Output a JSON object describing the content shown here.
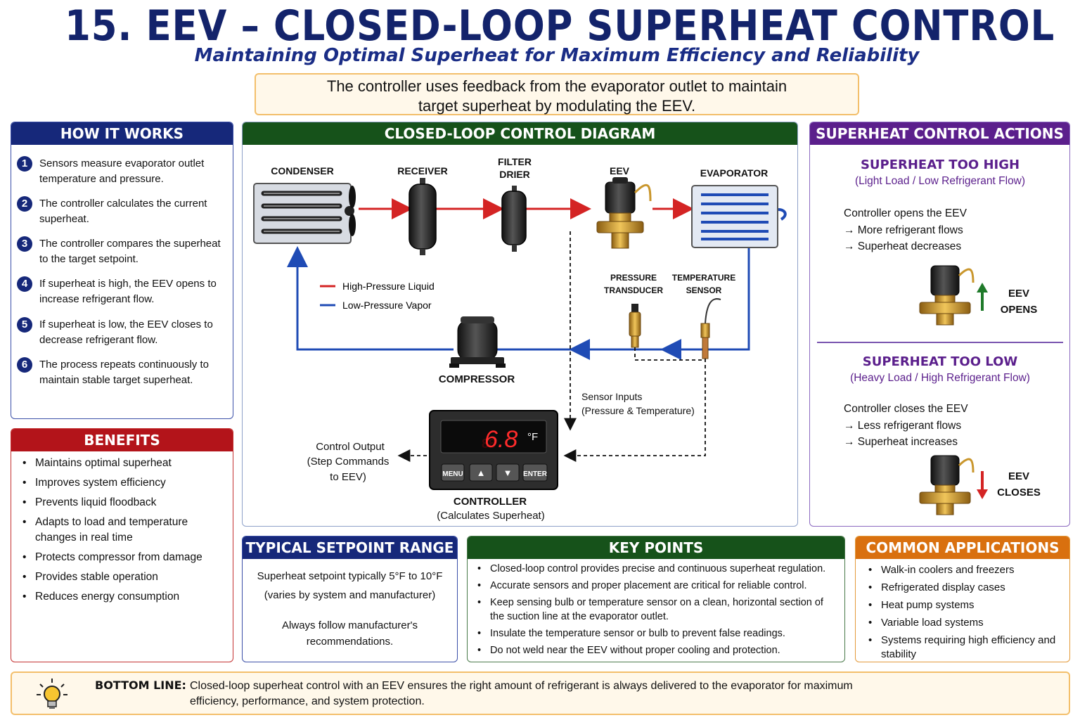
{
  "title": "15. EEV – CLOSED-LOOP SUPERHEAT CONTROL",
  "subtitle": "Maintaining Optimal Superheat for Maximum Efficiency and Reliability",
  "intro": {
    "line1": "The controller uses feedback from the evaporator outlet to maintain",
    "line2": "target superheat by modulating the EEV."
  },
  "how_it_works": {
    "title": "HOW IT WORKS",
    "steps": [
      {
        "num": "1",
        "text": "Sensors measure evaporator outlet temperature and pressure."
      },
      {
        "num": "2",
        "text": "The controller calculates the current superheat."
      },
      {
        "num": "3",
        "text": "The controller compares the superheat to the target setpoint."
      },
      {
        "num": "4",
        "text": "If superheat is high, the EEV opens to increase refrigerant flow."
      },
      {
        "num": "5",
        "text": "If superheat is low, the EEV closes to decrease refrigerant flow."
      },
      {
        "num": "6",
        "text": "The process repeats continuously to maintain stable target superheat."
      }
    ]
  },
  "benefits": {
    "title": "BENEFITS",
    "items": [
      "Maintains optimal superheat",
      "Improves system efficiency",
      "Prevents liquid floodback",
      "Adapts to load and temperature changes in real time",
      "Protects compressor from damage",
      "Provides stable operation",
      "Reduces energy consumption"
    ]
  },
  "diagram": {
    "title": "CLOSED-LOOP CONTROL DIAGRAM",
    "labels": {
      "condenser": "CONDENSER",
      "receiver": "RECEIVER",
      "filter_drier_1": "FILTER",
      "filter_drier_2": "DRIER",
      "eev": "EEV",
      "evaporator": "EVAPORATOR",
      "pressure_transducer_1": "PRESSURE",
      "pressure_transducer_2": "TRANSDUCER",
      "temperature_sensor_1": "TEMPERATURE",
      "temperature_sensor_2": "SENSOR",
      "compressor": "COMPRESSOR",
      "controller": "CONTROLLER",
      "controller_sub": "(Calculates Superheat)",
      "sensor_inputs_1": "Sensor Inputs",
      "sensor_inputs_2": "(Pressure & Temperature)",
      "control_output_1": "Control Output",
      "control_output_2": "(Step Commands",
      "control_output_3": "to EEV)"
    },
    "legend": [
      {
        "label": "High-Pressure Liquid",
        "color": "#d42424"
      },
      {
        "label": "Low-Pressure Vapor",
        "color": "#1f4bb5"
      }
    ],
    "display": {
      "value": "6.8",
      "unit": "°F",
      "buttons": [
        "MENU",
        "▲",
        "▼",
        "ENTER"
      ]
    },
    "colors": {
      "liquid": "#d42424",
      "vapor": "#1f4bb5",
      "brass": "#c9962c"
    }
  },
  "actions": {
    "title": "SUPERHEAT CONTROL ACTIONS",
    "high": {
      "heading": "SUPERHEAT TOO HIGH",
      "sub": "(Light Load / Low Refrigerant Flow)",
      "lines": [
        "Controller opens the EEV",
        "→ More refrigerant flows",
        "→ Superheat decreases"
      ],
      "eev_1": "EEV",
      "eev_2": "OPENS"
    },
    "low": {
      "heading": "SUPERHEAT TOO LOW",
      "sub": "(Heavy Load / High Refrigerant Flow)",
      "lines": [
        "Controller closes the EEV",
        "→ Less refrigerant flows",
        "→ Superheat increases"
      ],
      "eev_1": "EEV",
      "eev_2": "CLOSES"
    }
  },
  "setpoint": {
    "title": "TYPICAL SETPOINT RANGE",
    "line1": "Superheat setpoint typically 5°F to 10°F",
    "line2": "(varies by system and manufacturer)",
    "line3": "Always follow manufacturer's",
    "line4": "recommendations."
  },
  "key_points": {
    "title": "KEY POINTS",
    "items": [
      "Closed-loop control provides precise and continuous superheat regulation.",
      "Accurate sensors and proper placement are critical for reliable control.",
      "Keep sensing bulb or temperature sensor on a clean, horizontal section of the suction line at the evaporator outlet.",
      "Insulate the temperature sensor or bulb to prevent false readings.",
      "Do not weld near the EEV without proper cooling and protection."
    ]
  },
  "applications": {
    "title": "COMMON APPLICATIONS",
    "items": [
      "Walk-in coolers and freezers",
      "Refrigerated display cases",
      "Heat pump systems",
      "Variable load systems",
      "Systems requiring high efficiency and stability"
    ]
  },
  "bottom_line": {
    "label": "BOTTOM LINE:",
    "text": "Closed-loop superheat control with an EEV ensures the right amount of refrigerant is always delivered to the evaporator for maximum efficiency, performance, and system protection."
  }
}
